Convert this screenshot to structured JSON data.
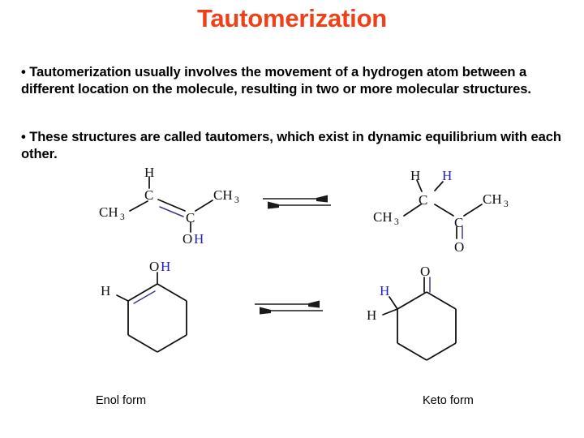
{
  "slide": {
    "title": "Tautomerization",
    "title_color": "#f04018",
    "background_color": "#ffffff",
    "text_color": "#000000",
    "highlight_atom_color": "#2222bb"
  },
  "bullets": [
    {
      "marker": "•",
      "text": "Tautomerization usually involves the movement of a hydrogen atom between a different location on the molecule, resulting in two or more molecular structures."
    },
    {
      "marker": "•",
      "text": "These structures are called tautomers, which exist in dynamic equilibrium with each other."
    }
  ],
  "labels": {
    "enol": "Enol form",
    "keto": "Keto form"
  },
  "structures": {
    "enol_acyclic": {
      "name": "enol-acyclic",
      "atoms": {
        "ch3_left": "CH",
        "ch3_left_sub": "3",
        "h_top": "H",
        "c_left": "C",
        "c_right": "C",
        "ch3_right": "CH",
        "ch3_right_sub": "3",
        "o": "O",
        "h_hydroxyl": "H"
      }
    },
    "keto_acyclic": {
      "name": "keto-acyclic",
      "atoms": {
        "ch3_left": "CH",
        "ch3_left_sub": "3",
        "h_top": "H",
        "h_transferred": "H",
        "c_alpha": "C",
        "c_carbonyl": "C",
        "ch3_right": "CH",
        "ch3_right_sub": "3",
        "o": "O"
      }
    },
    "enol_cyclic": {
      "name": "enol-cyclohexene",
      "atoms": {
        "o": "O",
        "h_hydroxyl": "H",
        "h_vinyl": "H"
      }
    },
    "keto_cyclic": {
      "name": "keto-cyclohexanone",
      "atoms": {
        "o": "O",
        "h_transferred": "H",
        "h_alpha": "H"
      }
    }
  },
  "arrows": {
    "equilibrium_label": "equilibrium-arrows",
    "top_direction": "right",
    "bottom_direction": "left"
  }
}
